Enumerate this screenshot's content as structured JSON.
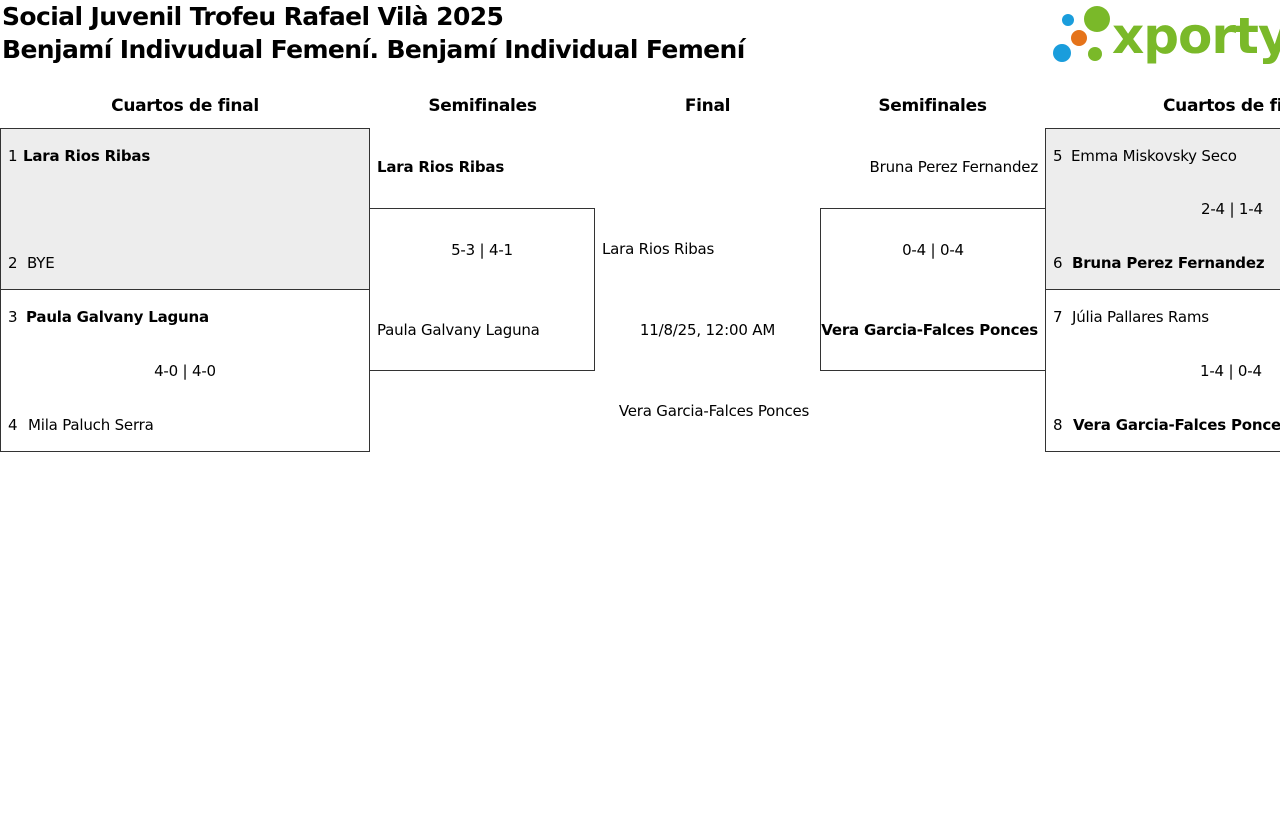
{
  "header": {
    "title": "Social Juvenil Trofeu Rafael Vilà 2025",
    "subtitle": "Benjamí Indivudual Femení. Benjamí Individual Femení"
  },
  "logo": {
    "text": "xporty",
    "icon": "colored-dots-icon",
    "colors": {
      "green": "#7ab929",
      "blue": "#1a9ddc",
      "orange": "#e5731a"
    }
  },
  "rounds": {
    "left_quarters": "Cuartos de final",
    "left_semis": "Semifinales",
    "final": "Final",
    "right_semis": "Semifinales",
    "right_quarters": "Cuartos de final"
  },
  "left_quarters": {
    "match1": {
      "p1_seed": "1",
      "p1_name": "Lara Rios Ribas",
      "p2_seed": "2",
      "p2_name": "BYE",
      "score": ""
    },
    "match2": {
      "p1_seed": "3",
      "p1_name": "Paula Galvany Laguna",
      "p2_seed": "4",
      "p2_name": "Mila Paluch Serra",
      "score": "4-0 | 4-0"
    }
  },
  "left_semi": {
    "p1_name": "Lara Rios Ribas",
    "p2_name": "Paula Galvany Laguna",
    "score": "5-3 | 4-1"
  },
  "final": {
    "p1_name": "Lara Rios Ribas",
    "date": "11/8/25, 12:00 AM",
    "p2_name": "Vera Garcia-Falces Ponces"
  },
  "right_semi": {
    "p1_name": "Bruna Perez Fernandez",
    "p2_name": "Vera Garcia-Falces Ponces",
    "score": "0-4 | 0-4"
  },
  "right_quarters": {
    "match1": {
      "p1_seed": "5",
      "p1_name": "Emma Miskovsky Seco",
      "p2_seed": "6",
      "p2_name": "Bruna Perez Fernandez",
      "score": "2-4 | 1-4"
    },
    "match2": {
      "p1_seed": "7",
      "p1_name": "Júlia Pallares Rams",
      "p2_seed": "8",
      "p2_name": "Vera Garcia-Falces Ponces",
      "score": "1-4 | 0-4"
    }
  }
}
